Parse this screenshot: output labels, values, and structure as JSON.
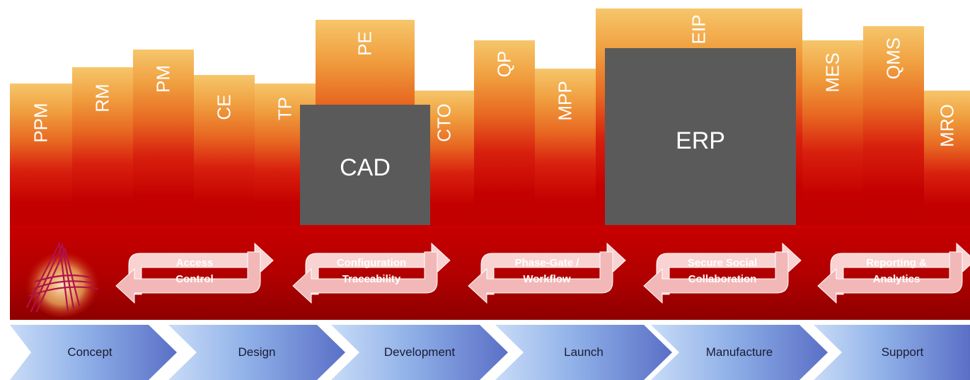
{
  "bars": [
    "PPM",
    "RM",
    "PM",
    "CE",
    "TP",
    "PE",
    "CTO",
    "QP",
    "MPP",
    "EIP",
    "MES",
    "QMS",
    "MRO"
  ],
  "blocks": {
    "cad": "CAD",
    "erp": "ERP"
  },
  "cycles": [
    {
      "line1": "Access",
      "line2": "Control"
    },
    {
      "line1": "Configuration",
      "line2": "Traceability"
    },
    {
      "line1": "Phase-Gate /",
      "line2": "Workflow"
    },
    {
      "line1": "Secure Social",
      "line2": "Collaboration"
    },
    {
      "line1": "Reporting &",
      "line2": "Analytics"
    }
  ],
  "phases": [
    "Concept",
    "Design",
    "Development",
    "Launch",
    "Manufacture",
    "Support"
  ]
}
